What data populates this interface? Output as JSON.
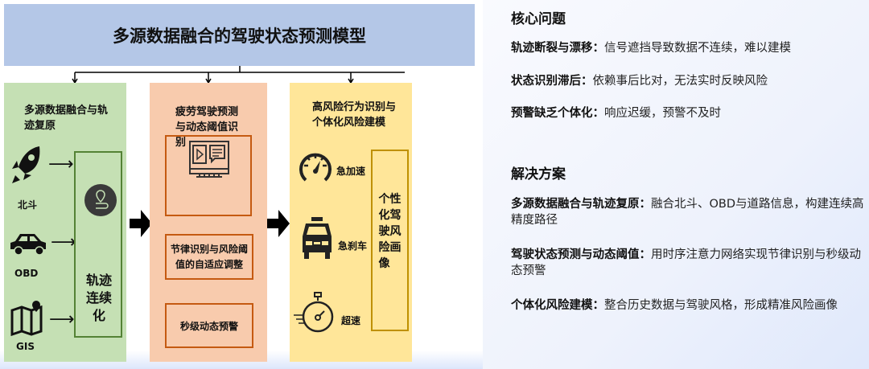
{
  "diagram": {
    "title": "多源数据融合的驾驶状态预测模型",
    "columns": [
      {
        "title": "多源数据融合与轨迹复原",
        "sources": [
          "北斗",
          "OBD",
          "GIS"
        ],
        "result": "轨迹连续化"
      },
      {
        "title": "疲劳驾驶预测与动态阈值识别",
        "boxes": [
          "节律识别与风险阈值的自适应调整",
          "秒级动态预警"
        ]
      },
      {
        "title": "高风险行为识别与个体化风险建模",
        "behaviors": [
          "急加速",
          "急刹车",
          "超速"
        ],
        "result": "个性化驾驶风险画像"
      }
    ],
    "colors": {
      "header": "#b4c7e7",
      "green": "#c5e0b4",
      "orange": "#f8cbad",
      "yellow": "#ffe699"
    }
  },
  "problems": {
    "heading": "核心问题",
    "items": [
      {
        "label": "轨迹断裂与漂移：",
        "text": "信号遮挡导致数据不连续，难以建模"
      },
      {
        "label": "状态识别滞后：",
        "text": "依赖事后比对，无法实时反映风险"
      },
      {
        "label": "预警缺乏个体化：",
        "text": "响应迟缓，预警不及时"
      }
    ]
  },
  "solutions": {
    "heading": "解决方案",
    "items": [
      {
        "label": "多源数据融合与轨迹复原：",
        "text": "融合北斗、OBD与道路信息，构建连续高精度路径"
      },
      {
        "label": "驾驶状态预测与动态阈值：",
        "text": "用时序注意力网络实现节律识别与秒级动态预警"
      },
      {
        "label": "个体化风险建模：",
        "text": "整合历史数据与驾驶风格，形成精准风险画像"
      }
    ]
  }
}
